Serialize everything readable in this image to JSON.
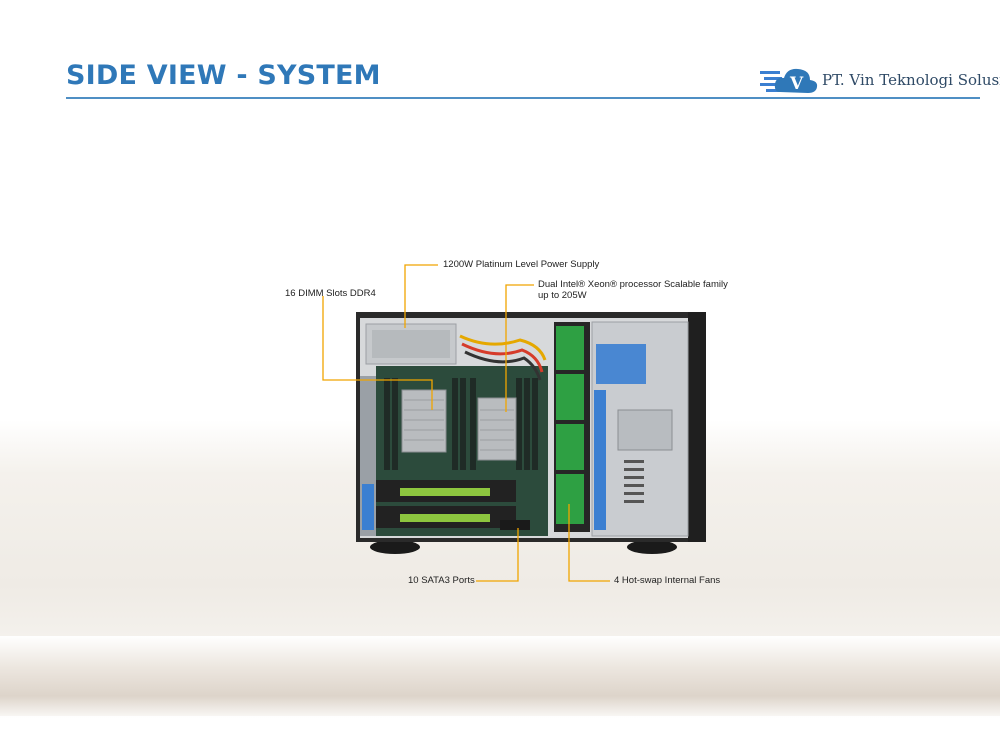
{
  "header": {
    "title": "SIDE VIEW - SYSTEM",
    "company": "PT. Vin Teknologi Solusi",
    "logo_letter": "V"
  },
  "colors": {
    "title": "#2f78b8",
    "rule": "#4f8fc4",
    "callout_line": "#f0a500",
    "fan": "#2ea043",
    "gpu_accent": "#8dc63f",
    "drive_bay": "#3b7fd1"
  },
  "callouts": {
    "power_supply": "1200W Platinum Level Power Supply",
    "dimm_slots": "16 DIMM Slots DDR4",
    "processor_line1": "Dual Intel® Xeon® processor Scalable family",
    "processor_line2": "up to 205W",
    "sata_ports": "10 SATA3 Ports",
    "fans": "4 Hot-swap Internal Fans"
  },
  "icons": [
    "cloud-logo-icon"
  ]
}
